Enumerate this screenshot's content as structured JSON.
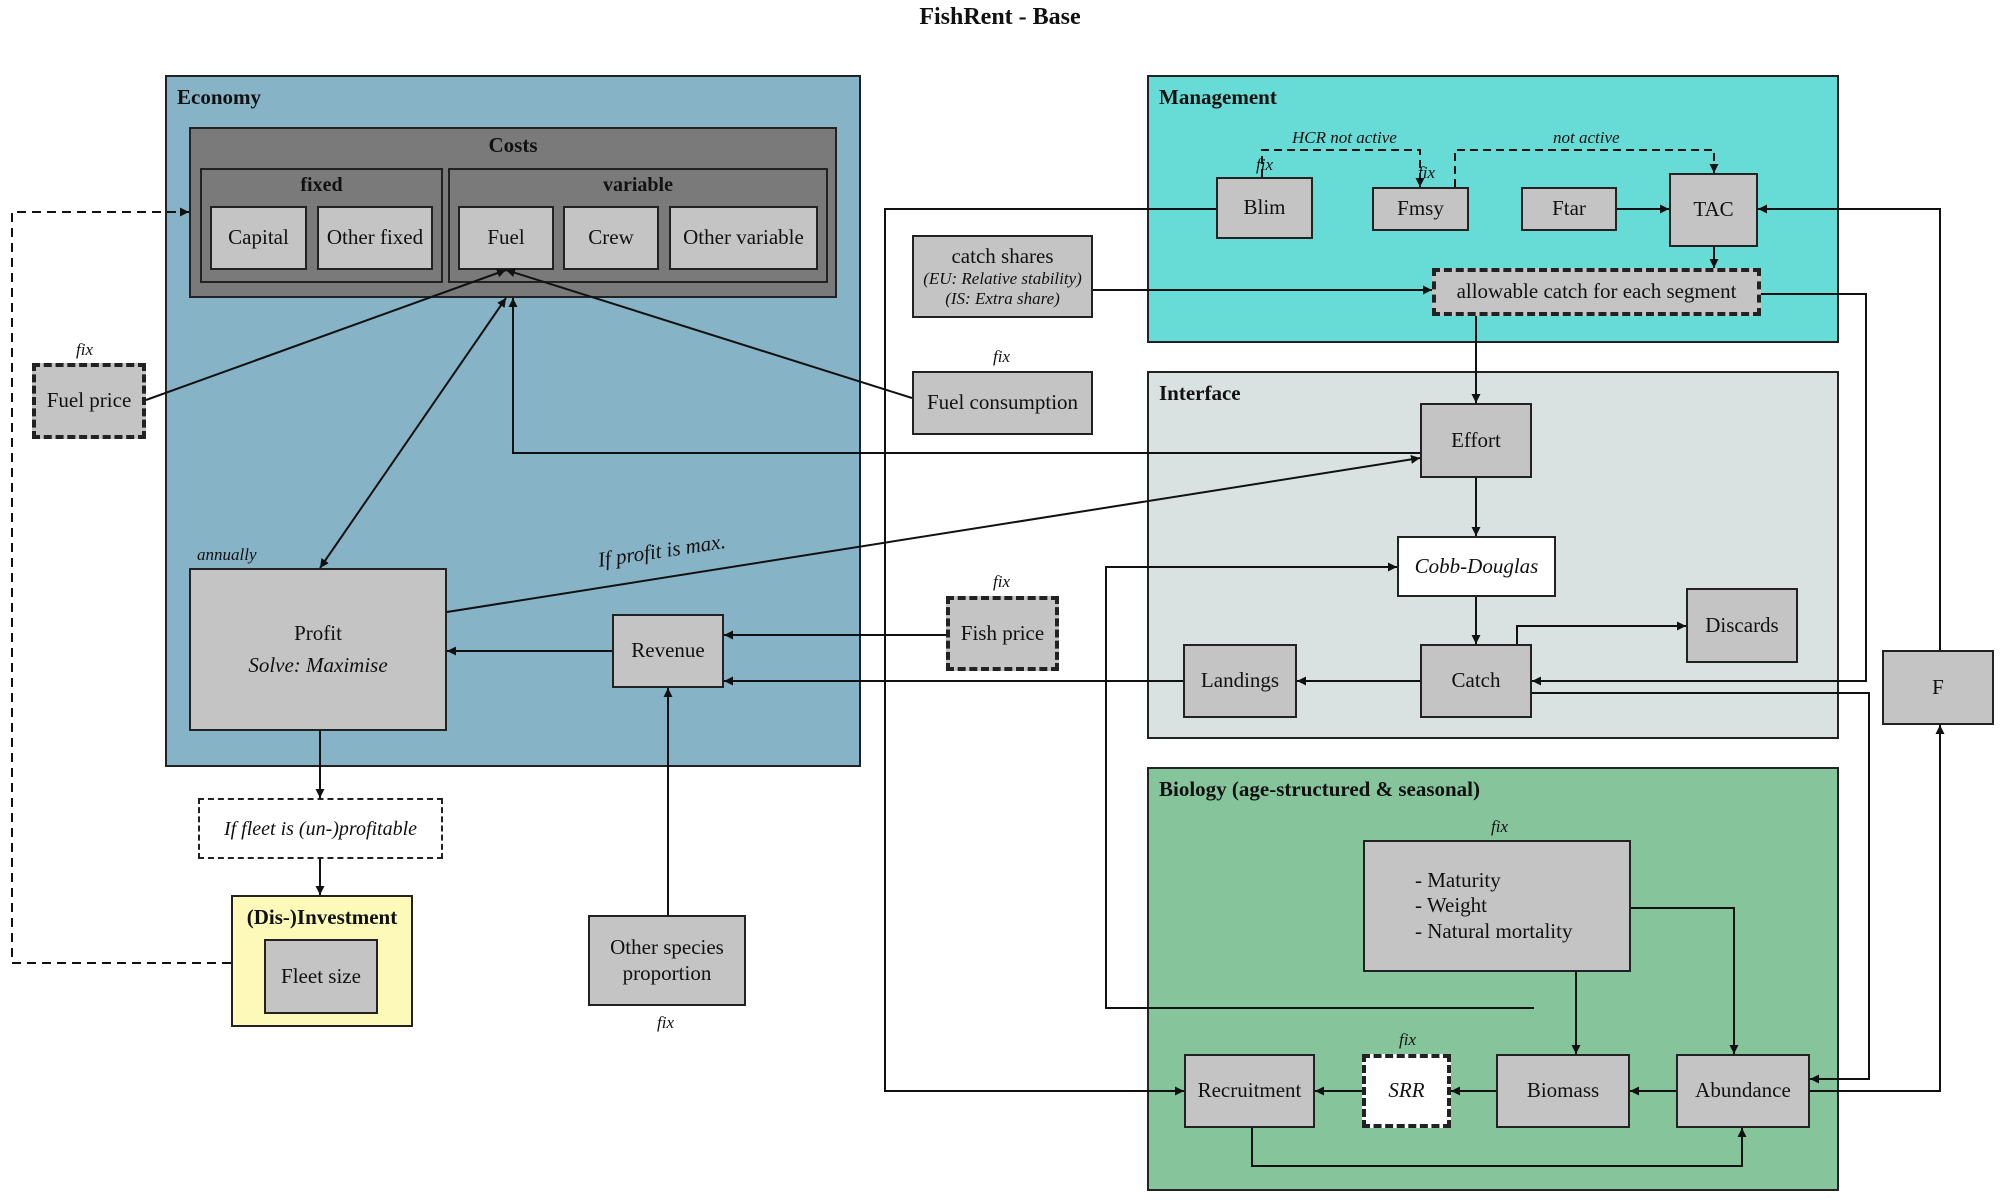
{
  "title": "FishRent - Base",
  "panels": {
    "economy": "Economy",
    "management": "Management",
    "interface": "Interface",
    "biology": "Biology (age-structured & seasonal)",
    "investment": "(Dis-)Investment"
  },
  "costs": {
    "title": "Costs",
    "fixed_title": "fixed",
    "variable_title": "variable",
    "capital": "Capital",
    "other_fixed": "Other fixed",
    "fuel": "Fuel",
    "crew": "Crew",
    "other_variable": "Other variable"
  },
  "nodes": {
    "fuel_price": "Fuel price",
    "fuel_consumption": "Fuel consumption",
    "catch_shares_line1": "catch shares",
    "catch_shares_line2": "(EU: Relative stability)",
    "catch_shares_line3": "(IS: Extra share)",
    "profit": "Profit",
    "profit_solve": "Solve: Maximise",
    "revenue": "Revenue",
    "fish_price": "Fish price",
    "other_species_line1": "Other species",
    "other_species_line2": "proportion",
    "fleet_condition": "If fleet is (un-)profitable",
    "fleet_size": "Fleet size",
    "blim": "Blim",
    "fmsy": "Fmsy",
    "ftar": "Ftar",
    "tac": "TAC",
    "allowable_catch": "allowable catch for each segment",
    "effort": "Effort",
    "cobb_douglas": "Cobb-Douglas",
    "discards": "Discards",
    "landings": "Landings",
    "catch": "Catch",
    "f": "F",
    "bio_params": [
      "- Maturity",
      "- Weight",
      "- Natural mortality"
    ],
    "recruitment": "Recruitment",
    "srr": "SRR",
    "biomass": "Biomass",
    "abundance": "Abundance"
  },
  "annotations": {
    "fix": "fix",
    "annually": "annually",
    "hcr_not_active": "HCR not active",
    "not_active": "not active",
    "if_profit_max": "If profit is max."
  },
  "colors": {
    "economy": "#86b4c6",
    "management": "#67dcd6",
    "interface": "#d9e1e1",
    "biology": "#86c59c",
    "investment": "#fdfab9",
    "costs": "#7a7a7a",
    "node": "#c4c4c4"
  }
}
